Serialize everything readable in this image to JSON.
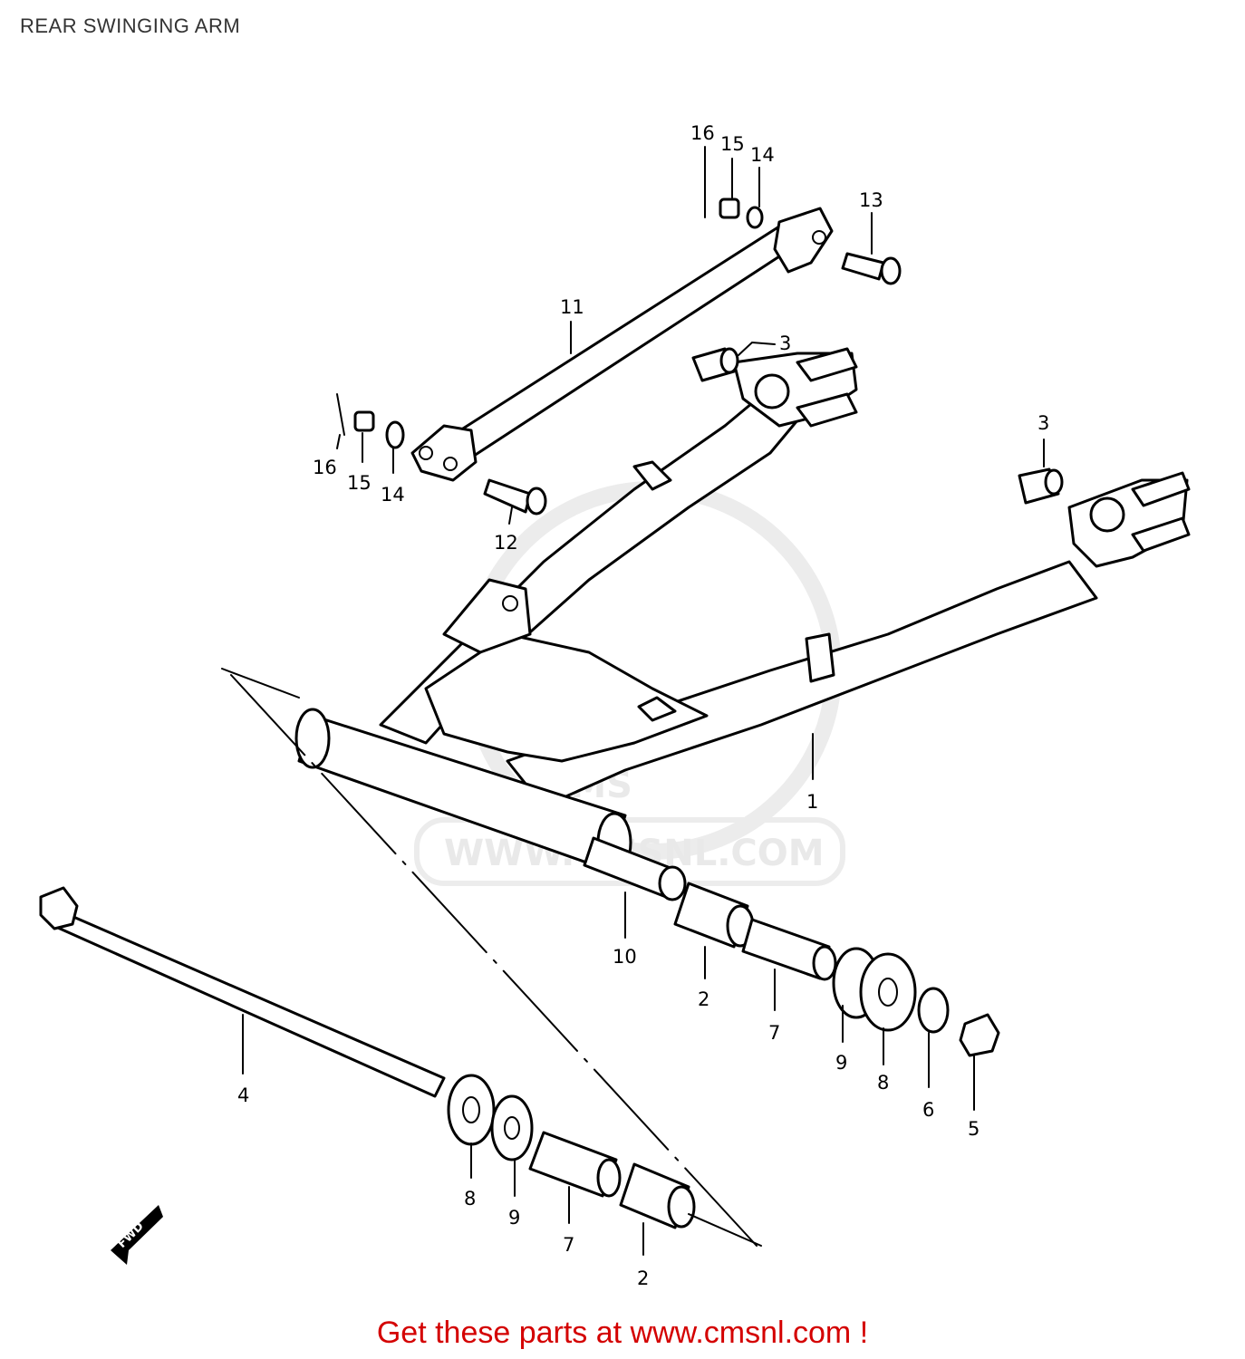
{
  "title": "REAR SWINGING ARM",
  "footer_text": "Get these parts at www.cmsnl.com !",
  "colors": {
    "footer": "#d40000",
    "title": "#333333",
    "watermark": "#e9e9e9"
  },
  "watermark": {
    "logo_text": "CMS",
    "url_text": "WWW.CMSNL.COM"
  },
  "fwd_marker": "FWD",
  "parts": {
    "p1": "1",
    "p2a": "2",
    "p2b": "2",
    "p3a": "3",
    "p3b": "3",
    "p4": "4",
    "p5": "5",
    "p6": "6",
    "p7a": "7",
    "p7b": "7",
    "p8a": "8",
    "p8b": "8",
    "p9a": "9",
    "p9b": "9",
    "p10": "10",
    "p11": "11",
    "p12": "12",
    "p13": "13",
    "p14a": "14",
    "p14b": "14",
    "p15a": "15",
    "p15b": "15",
    "p16a": "16",
    "p16b": "16"
  }
}
